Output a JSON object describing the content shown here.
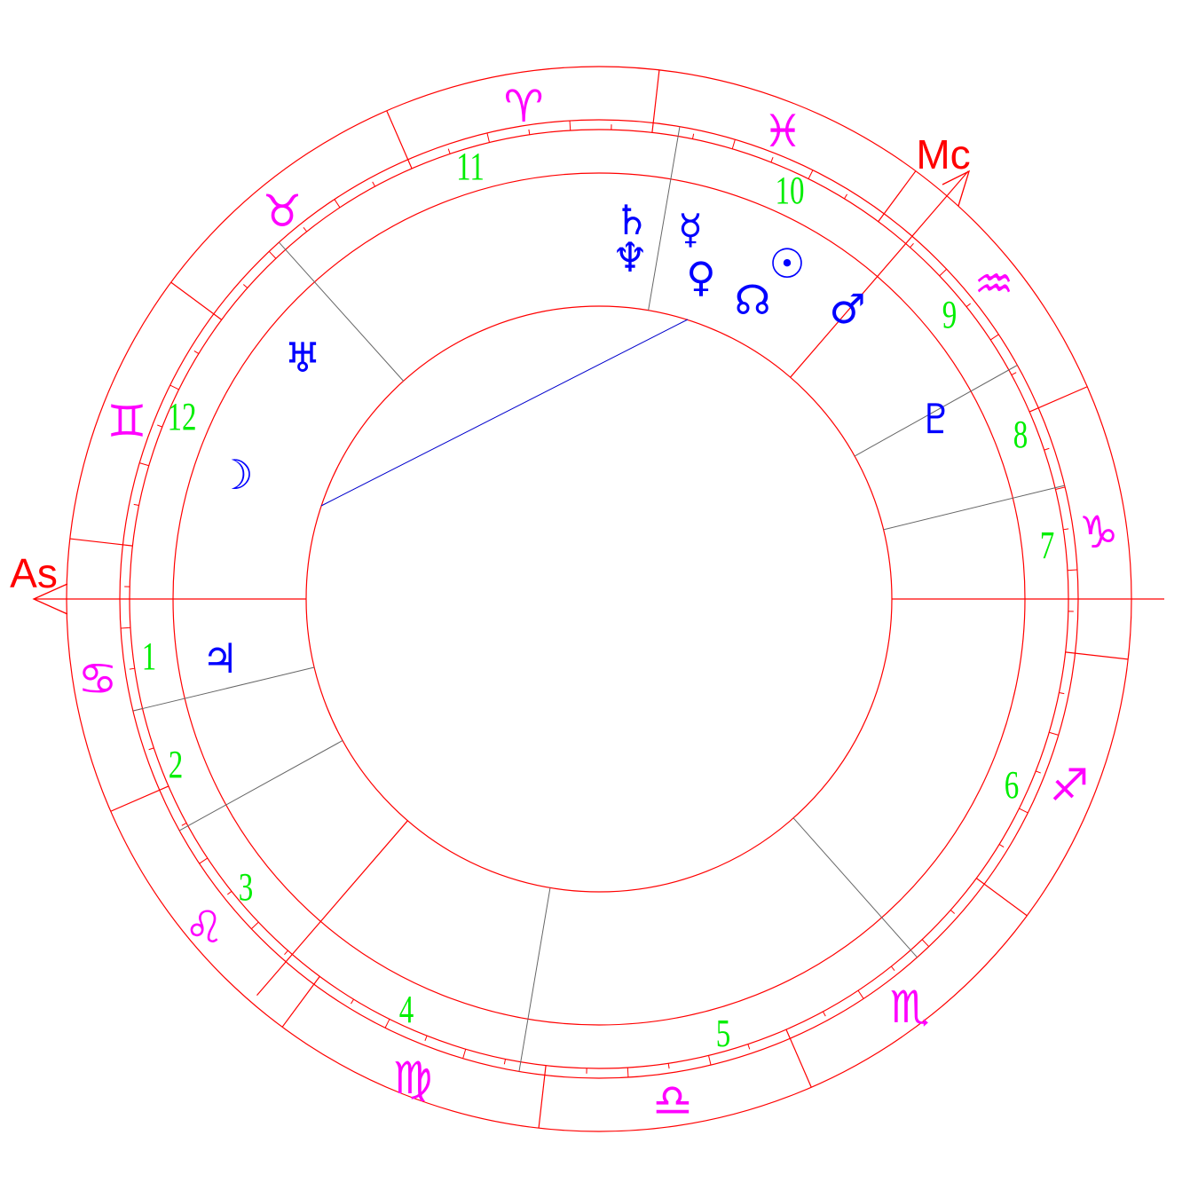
{
  "chart": {
    "angles": {
      "ascendant_label": "As",
      "midheaven_label": "Mc"
    },
    "signs": [
      {
        "name": "aries",
        "glyph": "♈︎"
      },
      {
        "name": "pisces",
        "glyph": "♓︎"
      },
      {
        "name": "aquarius",
        "glyph": "♒︎"
      },
      {
        "name": "capricorn",
        "glyph": "♑︎"
      },
      {
        "name": "sagittarius",
        "glyph": "♐︎"
      },
      {
        "name": "scorpio",
        "glyph": "♏︎"
      },
      {
        "name": "libra",
        "glyph": "♎︎"
      },
      {
        "name": "virgo",
        "glyph": "♍︎"
      },
      {
        "name": "leo",
        "glyph": "♌︎"
      },
      {
        "name": "cancer",
        "glyph": "♋︎"
      },
      {
        "name": "gemini",
        "glyph": "♊︎"
      },
      {
        "name": "taurus",
        "glyph": "♉︎"
      }
    ],
    "houses": [
      "1",
      "2",
      "3",
      "4",
      "5",
      "6",
      "7",
      "8",
      "9",
      "10",
      "11",
      "12"
    ],
    "planets": [
      {
        "name": "saturn",
        "glyph": "♄"
      },
      {
        "name": "neptune",
        "glyph": "♆"
      },
      {
        "name": "mercury",
        "glyph": "☿"
      },
      {
        "name": "venus",
        "glyph": "♀"
      },
      {
        "name": "north-node",
        "glyph": "☊"
      },
      {
        "name": "sun",
        "glyph": "☉"
      },
      {
        "name": "mars",
        "glyph": "♂"
      },
      {
        "name": "pluto",
        "glyph": "♇"
      },
      {
        "name": "uranus",
        "glyph": "♅"
      },
      {
        "name": "moon",
        "glyph": "☽"
      },
      {
        "name": "jupiter",
        "glyph": "♃"
      }
    ],
    "colors": {
      "wheel": "#ff0000",
      "cusp": "#666666",
      "sign": "#ff00ff",
      "house": "#00ee00",
      "planet": "#0000ff",
      "aspect": "#0000cc"
    }
  }
}
